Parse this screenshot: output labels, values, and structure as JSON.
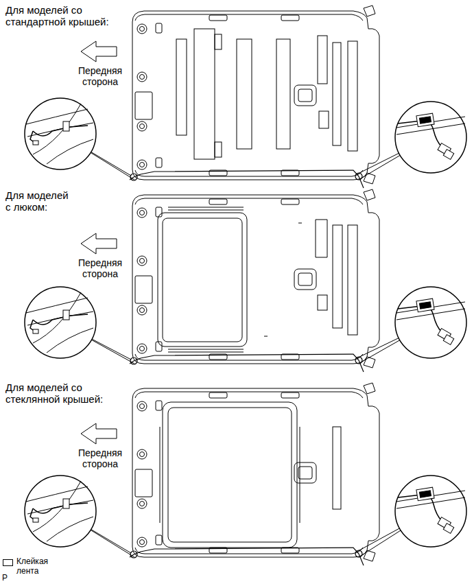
{
  "diagram": {
    "labels": [
      "Для моделей со стандартной крышей:",
      "Передняя сторона",
      "Для моделей с люком:",
      "Передняя сторона",
      "Для моделей со стеклянной крышей:",
      "Передняя сторона",
      "P"
    ],
    "legend": [
      {
        "text": "Клейкая лента",
        "color": "#ffffff"
      }
    ]
  }
}
